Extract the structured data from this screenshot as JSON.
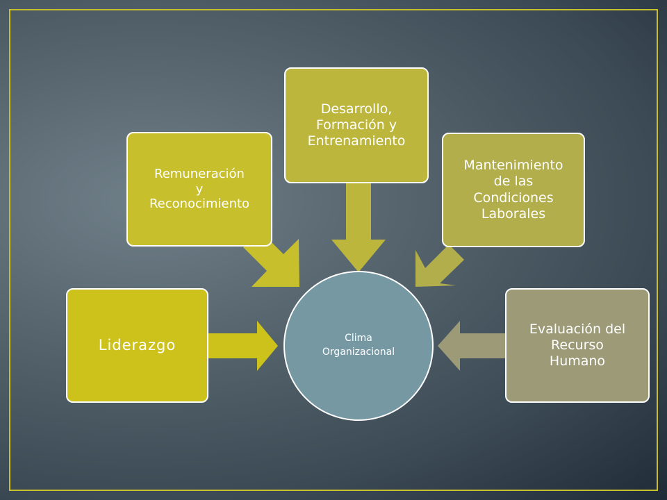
{
  "diagram": {
    "center": {
      "label": "Clima\nOrganizacional",
      "color": "#7598a3"
    },
    "boxes": [
      {
        "id": "liderazgo",
        "label": "Liderazgo",
        "color": "#cdc21b"
      },
      {
        "id": "remuneracion",
        "label": "Remuneración\ny\nReconocimiento",
        "color": "#c7bf2b"
      },
      {
        "id": "desarrollo",
        "label": "Desarrollo,\nFormación y\nEntrenamiento",
        "color": "#bdb63c"
      },
      {
        "id": "mantenimiento",
        "label": "Mantenimiento\nde las\nCondiciones\nLaborales",
        "color": "#b2ae4b"
      },
      {
        "id": "evaluacion",
        "label": "Evaluación del\nRecurso\nHumano",
        "color": "#9c9a77"
      }
    ],
    "frame_color": "#c8bf2a"
  }
}
